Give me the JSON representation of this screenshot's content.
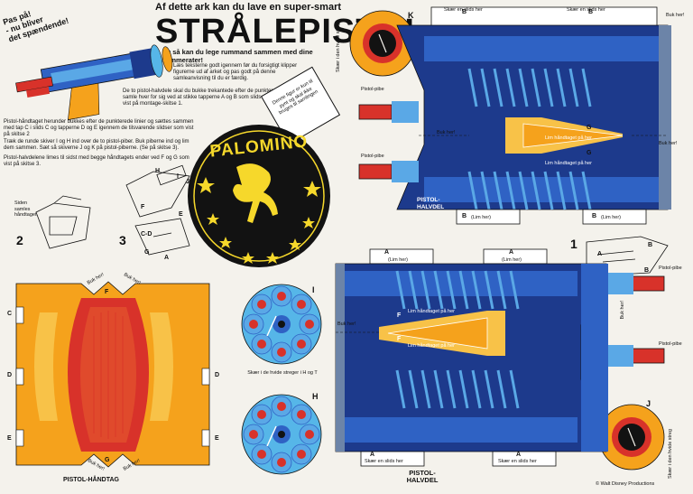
{
  "header": {
    "top_line": "Af dette ark kan du lave en super-smart",
    "title": "STRÅLEPISTOL",
    "subtitle": "og så kan du lege rummand sammen med dine kammerater!"
  },
  "stamp": {
    "line1": "Pas på!",
    "line2": "- nu bliver",
    "line3": "det spændende!"
  },
  "instructions": {
    "p1": "Læs teksterne godt igennem før du forsigtigt klipper figurerne ud af arket og pas godt på denne samleanvisning til du er færdig.",
    "p2": "De to pistol-halvdele skal du bukke trekantede efter de punkterede linier og samle hver for sig ved at stikke tapperne A og B som slidserne A og B som vist på montage-skitse 1.",
    "p3": "Pistol-håndtaget herunder bukkes efter de punkterede linier og sættes sammen med tap C i slids C og tapperne D og E igennem de tilsvarende slidser som vist på skitse 2",
    "p4": "Træk de runde skiver I og H ind over de to pistol-piber. Buk piberne ind og lim dem sammen. Sæt så skiverne J og K på pistol-piberne. (Se på skitse 3).",
    "p5": "Pistol-halvdelene limes til sidst med begge håndtagets ender ved F og G som vist på skitse 3."
  },
  "tag_note": "Denne figur er kun til pynt og skal ikke bruges til samlingen",
  "logo": {
    "brand": "PALOMINO"
  },
  "sketches": {
    "num2": "2",
    "num3": "3",
    "num1": "1",
    "side_note": "Siden samles håndtaget.",
    "s3_labels": [
      "H",
      "I",
      "J",
      "F",
      "E",
      "C-D",
      "G",
      "A"
    ],
    "s1_labels": [
      "A",
      "B",
      "A",
      "B"
    ]
  },
  "parts": {
    "K": "K",
    "J": "J",
    "I": "I",
    "H": "H",
    "disc_note": "Skær i de hvide streger i H og T",
    "bend_here": "Buk her!",
    "cut_slit": "Skær en slids her",
    "cut_line": "Skær i den hvide streg",
    "glue_handle": "Lim håndtaget på her",
    "pistol_pipe": "Pistol-pibe",
    "halvdel": "PISTOL-HALVDEL",
    "handle": "PISTOL-HÅNDTAG",
    "glue_here_b": "(Lim her)",
    "glue_here_a": "(Lim her)",
    "letters": {
      "A": "A",
      "B": "B",
      "C": "C",
      "D": "D",
      "E": "E",
      "F": "F",
      "G": "G"
    }
  },
  "copyright": "© Walt Disney Productions",
  "colors": {
    "blue_dark": "#1d3a8c",
    "blue_mid": "#2f62c4",
    "blue_light": "#5aa8e6",
    "cyan": "#56b6e8",
    "orange": "#f5a21c",
    "orange_light": "#f8c248",
    "red": "#d8322a",
    "grey_blue": "#6c84a8",
    "logo_bg": "#121212",
    "logo_star": "#f6d82b"
  }
}
